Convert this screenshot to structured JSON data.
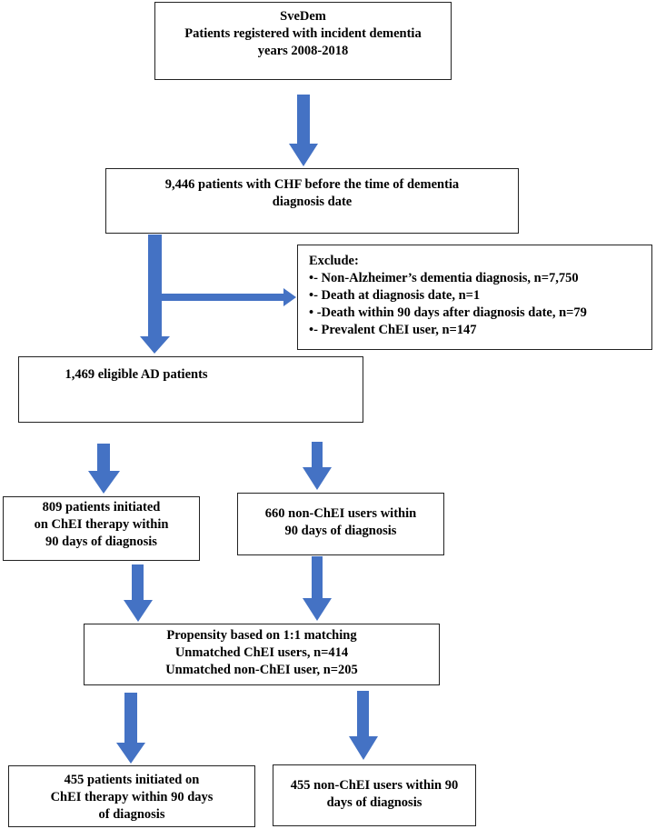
{
  "colors": {
    "arrow": "#4472C4",
    "box_border": "#222222",
    "text": "#000000"
  },
  "boxes": {
    "svedem": {
      "lines": [
        "SveDem",
        "Patients registered with incident  dementia",
        "years 2008-2018"
      ]
    },
    "chf": {
      "lines": [
        "9,446 patients with  CHF before the time of dementia",
        "diagnosis date"
      ]
    },
    "exclude": {
      "lines": [
        "Exclude:",
        "•- Non-Alzheimer’s  dementia diagnosis, n=7,750",
        "•- Death at diagnosis date, n=1",
        "• -Death within  90 days after diagnosis date, n=79",
        "•- Prevalent ChEI user, n=147"
      ]
    },
    "eligible": {
      "lines": [
        "1,469 eligible AD patients"
      ]
    },
    "chei_initiated": {
      "lines": [
        "809 patients initiated",
        "on ChEI therapy within",
        "90 days of diagnosis"
      ]
    },
    "non_chei": {
      "lines": [
        "660 non-ChEI  users within",
        "90 days of diagnosis"
      ]
    },
    "propensity": {
      "lines": [
        "Propensity based on 1:1 matching",
        "Unmatched  ChEI users, n=414",
        "Unmatched non-ChEI  user, n=205"
      ]
    },
    "matched_chei": {
      "lines": [
        "455 patients initiated  on",
        "ChEI therapy within  90 days",
        "of diagnosis"
      ]
    },
    "matched_non_chei": {
      "lines": [
        "455 non-ChEI  users within  90",
        "days of diagnosis"
      ]
    }
  }
}
